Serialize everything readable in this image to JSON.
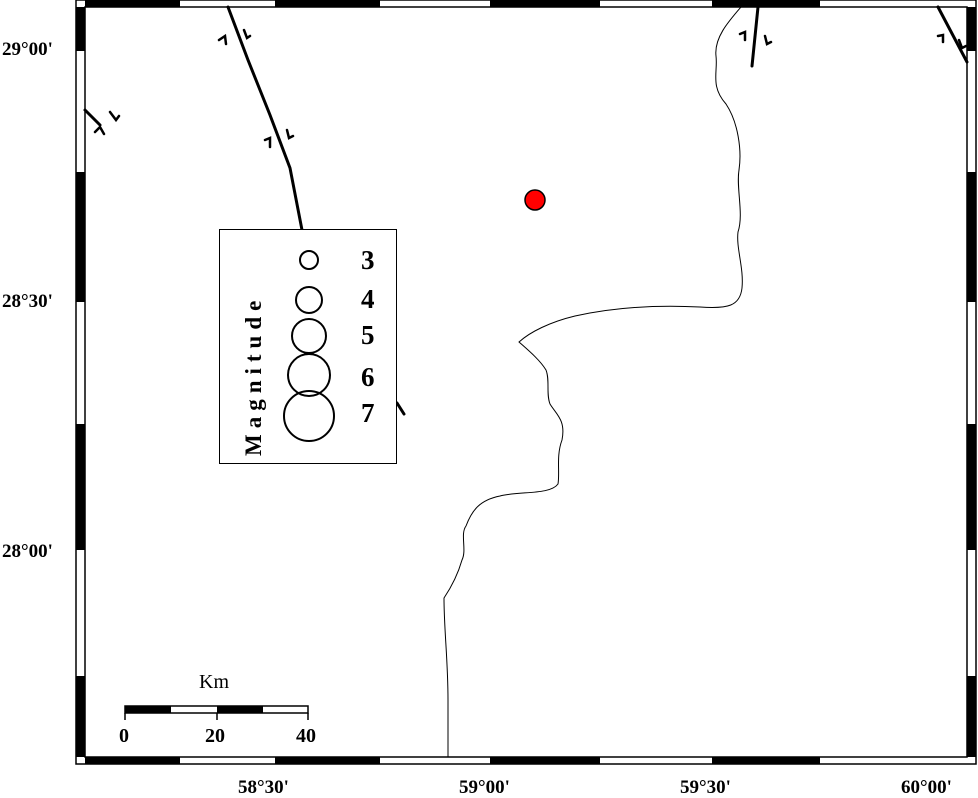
{
  "map": {
    "lat_labels": [
      "29°00'",
      "28°30'",
      "28°00'"
    ],
    "lon_labels": [
      "58°30'",
      "59°00'",
      "59°30'",
      "60°00'"
    ],
    "event": {
      "color": "#ff0000",
      "outline": "#000000",
      "lat": 28.73,
      "lon": 59.09
    }
  },
  "legend": {
    "title": "Magnitude",
    "magnitudes": [
      "3",
      "4",
      "5",
      "6",
      "7"
    ]
  },
  "scale": {
    "title": "Km",
    "labels": [
      "0",
      "20",
      "40"
    ]
  },
  "colors": {
    "frame": "#000000",
    "background": "#ffffff",
    "event": "#ff0000"
  }
}
